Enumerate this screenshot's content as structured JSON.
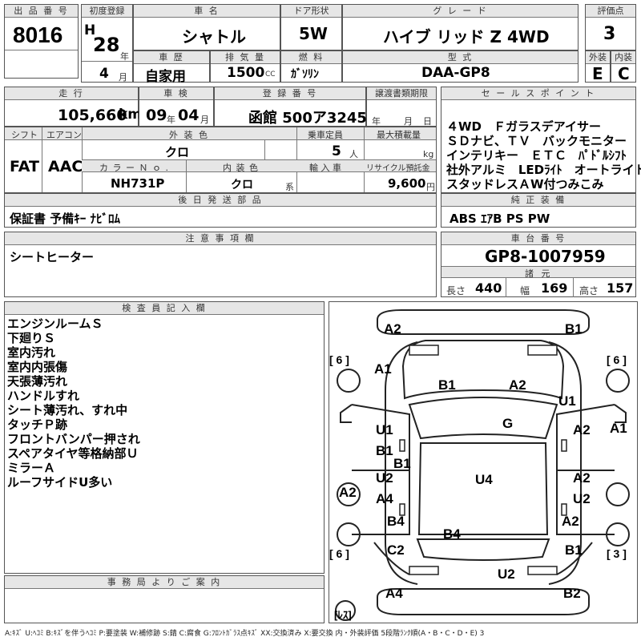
{
  "headers": {
    "lot_no": "出 品 番 号",
    "first_reg": "初度登録",
    "car_name": "車 名",
    "door": "ドア形状",
    "grade": "グ レ ー ド",
    "score": "評価点",
    "history": "車 歴",
    "displacement": "排 気 量",
    "fuel": "燃 料",
    "model": "型 式",
    "exterior": "外装",
    "interior": "内装",
    "mileage": "走 行",
    "inspection": "車 検",
    "reg_no": "登 録 番 号",
    "transfer": "譲渡書類期限",
    "sales_point": "セ ー ル ス ポ イ ン ト",
    "shift": "シフト",
    "aircon": "エアコン",
    "ext_color": "外 装 色",
    "capacity": "乗車定員",
    "max_load": "最大積載量",
    "color_no": "カ ラ ー Ｎ ｏ .",
    "int_color": "内 装 色",
    "import": "輸 入 車",
    "recycle": "リサイクル預託金",
    "later_parts": "後 日 発 送 部 品",
    "standard_equip": "純 正 装 備",
    "notes": "注 意 事 項 欄",
    "chassis": "車 台 番 号",
    "dimensions": "諸 元",
    "inspector": "検 査 員 記 入 欄",
    "office": "事 務 局 よ り ご 案 内"
  },
  "lot_no": "8016",
  "era": "H",
  "year": "28",
  "year_unit": "年",
  "month": "4",
  "month_unit": "月",
  "car_name": "シャトル",
  "door": "5W",
  "grade": "ハイブ リッド Z  4WD",
  "score": "3",
  "history": "自家用",
  "displacement": "1500",
  "displacement_unit": "CC",
  "fuel": "ｶﾞｿﾘﾝ",
  "model": "DAA-GP8",
  "exterior_grade": "E",
  "interior_grade": "C",
  "mileage": "105,660",
  "mileage_unit": "km",
  "inspection_year": "09",
  "inspection_year_unit": "年",
  "inspection_month": "04",
  "inspection_month_unit": "月",
  "reg_no": "函館 500ア3245",
  "transfer_year_unit": "年",
  "transfer_month_unit": "月",
  "transfer_day_unit": "日",
  "sales_points": [
    "４WD　Ｆガラスデアイサー",
    "ＳＤナビ、ＴＶ　バックモニター",
    "インテリキー　ＥＴＣ　ﾊﾟﾄﾞﾙｼﾌﾄ",
    "社外アルミ　LEDﾗｲﾄ　オートライト",
    "スタッドレスＡW付つみこみ"
  ],
  "shift": "FAT",
  "aircon": "AAC",
  "ext_color": "クロ",
  "capacity": "5",
  "capacity_unit": "人",
  "max_load_unit": "kg",
  "color_no": "NH731P",
  "int_color": "クロ",
  "int_color_unit": "系",
  "recycle": "9,600",
  "recycle_unit": "円",
  "later_parts": "保証書  予備ｷｰ  ﾅﾋﾞﾛﾑ",
  "standard_equip": "ABS  ｴｱB  PS  PW",
  "notes": "シートヒーター",
  "chassis": "GP8-1007959",
  "dims": {
    "length_label": "長さ",
    "length": "440",
    "width_label": "幅",
    "width": "169",
    "height_label": "高さ",
    "height": "157"
  },
  "inspector_notes": [
    "エンジンルームＳ",
    "下廻りＳ",
    "室内汚れ",
    "室内内張傷",
    "天張薄汚れ",
    "ハンドルすれ",
    "シート薄汚れ、すれ中",
    "タッチＰ跡",
    "フロントバンパー押され",
    "スペアタイヤ等格納部Ｕ",
    "ミラーＡ",
    "ルーフサイドU多い"
  ],
  "diagram_marks": {
    "front_left_corner": "A2",
    "front_right_corner": "B1",
    "tire_fl": "[ 6 ]",
    "tire_fr": "[ 6 ]",
    "fender_fl": "A1",
    "bonnet_left": "B1",
    "bonnet_right": "A2",
    "fender_fr": "U1",
    "windshield": "G",
    "front_door_right_side": "A1",
    "front_door_l_u": "U1",
    "front_door_l_b": "B1",
    "pillar_b": "B1",
    "front_door_r": "A2",
    "rear_door_l_u": "U2",
    "rear_door_l_a": "A4",
    "roof": "U4",
    "rear_door_r_a": "A2",
    "rear_door_r_u": "U2",
    "sill_left": "A2",
    "quarter_left": "B4",
    "rear_glass": "B4",
    "quarter_right": "A2",
    "rear_fender_left": "C2",
    "rear_fender_right": "B1",
    "tire_rl": "[ 6 ]",
    "tire_rr": "[ 3 ]",
    "back_door": "U2",
    "rear_corner_left": "A4",
    "rear_corner_right": "B2",
    "spare": "[ﾚｽ]"
  },
  "legend": "A:ｷｽﾞ  U:ﾍｺﾐ  B:ｷｽﾞを伴うﾍｺﾐ  P:要塗装  W:補修跡  S:錆  C:腐食  G:ﾌﾛﾝﾄｶﾞﾗｽ点ｷｽﾞ  XX:交換済み  X:要交換   内・外装評価  5段階ﾗﾝｸ順(A・B・C・D・E)  3"
}
